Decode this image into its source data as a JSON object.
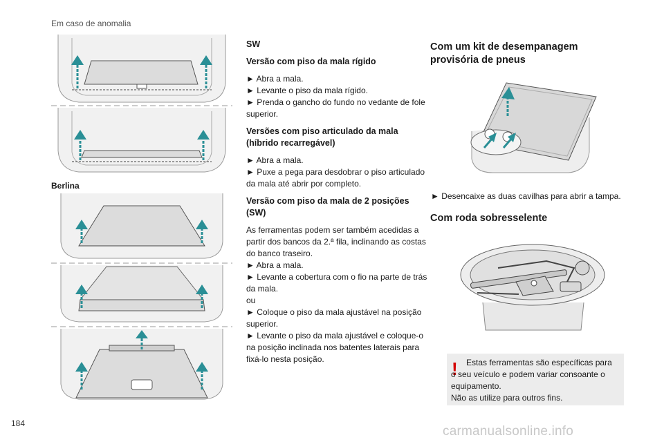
{
  "header": {
    "section": "Em caso de anomalia"
  },
  "page": {
    "number": "184"
  },
  "left_column": {
    "caption_berlina": "Berlina"
  },
  "middle_column": {
    "sw_label": "SW",
    "s1": {
      "title": "Versão com piso da mala rígido",
      "lines": [
        "► Abra a mala.",
        "► Levante o piso da mala rígido.",
        "► Prenda o gancho do fundo no vedante de fole superior."
      ]
    },
    "s2": {
      "title": "Versões com piso articulado da mala (híbrido recarregável)",
      "lines": [
        "► Abra a mala.",
        "► Puxe a pega para desdobrar o piso articulado da mala até abrir por completo."
      ]
    },
    "s3": {
      "title": "Versão com piso da mala de 2 posições (SW)",
      "intro": "As ferramentas podem ser também acedidas a partir dos bancos da 2.ª fila, inclinando as costas do banco traseiro.",
      "lines_a": [
        "► Abra a mala.",
        "► Levante a cobertura com o fio na parte de trás da mala."
      ],
      "or": "ou",
      "lines_b": [
        "► Coloque o piso da mala ajustável na posição superior.",
        "► Levante o piso da mala ajustável e coloque-o na posição inclinada nos batentes laterais para fixá-lo nesta posição."
      ]
    }
  },
  "right_column": {
    "kit_title": "Com um kit de desempanagem provisória de pneus",
    "kit_step": "► Desencaixe as duas cavilhas para abrir a tampa.",
    "spare_title": "Com roda sobresselente",
    "warning": {
      "line1": "Estas ferramentas são específicas para o seu veículo e podem variar consoante o equipamento.",
      "line2": "Não as utilize para outros fins."
    }
  },
  "footer": {
    "watermark": "carmanualsonline.info"
  },
  "colors": {
    "arrow_teal": "#2a8f96",
    "warning_red": "#d40000",
    "box_gray": "#ececec"
  }
}
